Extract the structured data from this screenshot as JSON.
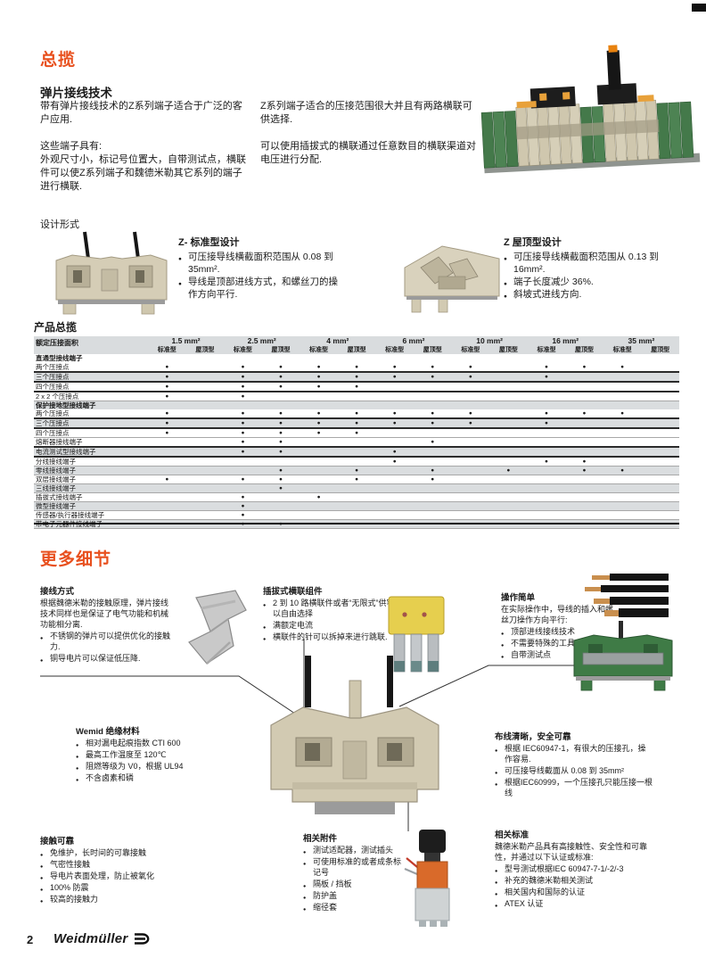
{
  "colors": {
    "accent": "#e8501e",
    "table_stripe": "#dadddf"
  },
  "overview": {
    "title": "总揽",
    "section_heading": "弹片接线技术",
    "col1": [
      "带有弹片接线技术的Z系列端子适合于广泛的客户应用.",
      "这些端子具有:\n外观尺寸小，标记号位置大，自带测试点，横联件可以使Z系列端子和魏德米勒其它系列的端子进行横联."
    ],
    "col2": [
      "Z系列端子适合的压接范围很大并且有两路横联可供选择.",
      "可以使用插拔式的横联通过任意数目的横联渠道对电压进行分配."
    ]
  },
  "design": {
    "label": "设计形式",
    "standard": {
      "title": "Z- 标准型设计",
      "bullets": [
        "可压接导线横截面积范围从 0.08 到 35mm².",
        "导线是顶部进线方式，和螺丝刀的操作方向平行."
      ]
    },
    "roof": {
      "title": "Z 屋顶型设计",
      "bullets": [
        "可压接导线横截面积范围从 0.13 到 16mm².",
        "端子长度减少 36%.",
        "斜坡式进线方向."
      ]
    }
  },
  "product_table": {
    "title": "产品总揽",
    "row_header": "额定压接面积",
    "groups": [
      "1.5 mm²",
      "2.5 mm²",
      "4 mm²",
      "6 mm²",
      "10 mm²",
      "16 mm²",
      "35 mm²"
    ],
    "subcols": [
      "标准型",
      "屋顶型"
    ],
    "rows": [
      {
        "label": "直通型接线端子",
        "category": true,
        "shade": false,
        "dots": []
      },
      {
        "label": "两个压接点",
        "shade": false,
        "heavy": true,
        "dots": [
          1,
          0,
          1,
          1,
          1,
          1,
          1,
          1,
          1,
          0,
          1,
          1,
          1,
          0
        ]
      },
      {
        "label": "三个压接点",
        "shade": true,
        "heavy": true,
        "dots": [
          1,
          0,
          1,
          1,
          1,
          1,
          1,
          1,
          1,
          0,
          1,
          0,
          0,
          0
        ]
      },
      {
        "label": "四个压接点",
        "shade": false,
        "heavy": true,
        "dots": [
          1,
          0,
          1,
          1,
          1,
          1,
          0,
          0,
          0,
          0,
          0,
          0,
          0,
          0
        ]
      },
      {
        "label": "2 x 2 个压接点",
        "shade": false,
        "dots": [
          1,
          0,
          1,
          0,
          0,
          0,
          0,
          0,
          0,
          0,
          0,
          0,
          0,
          0
        ]
      },
      {
        "label": "保护接地型接线端子",
        "category": true,
        "shade": true,
        "dots": []
      },
      {
        "label": "两个压接点",
        "shade": false,
        "heavy": true,
        "dots": [
          1,
          0,
          1,
          1,
          1,
          1,
          1,
          1,
          1,
          0,
          1,
          1,
          1,
          0
        ]
      },
      {
        "label": "三个压接点",
        "shade": true,
        "heavy": true,
        "dots": [
          1,
          0,
          1,
          1,
          1,
          1,
          1,
          1,
          1,
          0,
          1,
          0,
          0,
          0
        ]
      },
      {
        "label": "四个压接点",
        "shade": false,
        "dots": [
          1,
          0,
          1,
          1,
          1,
          1,
          0,
          0,
          0,
          0,
          0,
          0,
          0,
          0
        ]
      },
      {
        "label": "熔断器接线端子",
        "shade": false,
        "heavy": true,
        "dots": [
          0,
          0,
          1,
          1,
          0,
          0,
          0,
          1,
          0,
          0,
          0,
          0,
          0,
          0
        ]
      },
      {
        "label": "电流测试型接线端子",
        "shade": true,
        "heavy": true,
        "dots": [
          0,
          0,
          1,
          1,
          0,
          0,
          1,
          0,
          0,
          0,
          0,
          0,
          0,
          0
        ]
      },
      {
        "label": "分线接线端子",
        "shade": false,
        "dots": [
          0,
          0,
          0,
          0,
          0,
          0,
          1,
          0,
          0,
          0,
          1,
          1,
          0,
          0
        ]
      },
      {
        "label": "零线接线端子",
        "shade": true,
        "dots": [
          0,
          0,
          0,
          1,
          0,
          1,
          0,
          1,
          0,
          1,
          0,
          1,
          1,
          0
        ]
      },
      {
        "label": "双层接线端子",
        "shade": false,
        "dots": [
          1,
          0,
          1,
          1,
          0,
          1,
          0,
          1,
          0,
          0,
          0,
          0,
          0,
          0
        ]
      },
      {
        "label": "三线接线端子",
        "shade": true,
        "dots": [
          0,
          0,
          0,
          1,
          0,
          0,
          0,
          0,
          0,
          0,
          0,
          0,
          0,
          0
        ]
      },
      {
        "label": "插拔式接线端子",
        "shade": false,
        "dots": [
          0,
          0,
          1,
          0,
          1,
          0,
          0,
          0,
          0,
          0,
          0,
          0,
          0,
          0
        ]
      },
      {
        "label": "微型接线端子",
        "shade": true,
        "dots": [
          0,
          0,
          1,
          0,
          0,
          0,
          0,
          0,
          0,
          0,
          0,
          0,
          0,
          0
        ]
      },
      {
        "label": "传感器/执行器接线端子",
        "shade": false,
        "dots": [
          0,
          0,
          1,
          0,
          0,
          0,
          0,
          0,
          0,
          0,
          0,
          0,
          0,
          0
        ]
      },
      {
        "label": "带电子元器件接线端子",
        "shade": true,
        "dots": [
          0,
          0,
          1,
          1,
          0,
          0,
          0,
          0,
          0,
          0,
          0,
          0,
          0,
          0
        ]
      }
    ]
  },
  "details": {
    "title": "更多细节",
    "blocks": [
      {
        "heading": "接线方式",
        "lead": "根据魏德米勒的接触原理，弹片接线技术同样也是保证了电气功能和机械功能相分离.",
        "bullets": [
          "不锈钢的弹片可以提供优化的接触力.",
          "铜导电片可以保证低压降."
        ]
      },
      {
        "heading": "插拔式横联组件",
        "bullets": [
          "2 到 10 路横联件或者“无限式”供客户可以自由选择",
          "满额定电流",
          "横联件的针可以拆掉来进行跳联."
        ]
      },
      {
        "heading": "操作简单",
        "lead": "在实际操作中，导线的插入和螺丝刀操作方向平行:",
        "bullets": [
          "顶部进线接线技术",
          "不需要特殊的工具",
          "自带测试点"
        ]
      },
      {
        "heading": "Wemid 绝缘材料",
        "bullets": [
          "相对漏电起痕指数 CTI 600",
          "最高工作温度至 120℃",
          "阻燃等级为 V0，根据 UL94",
          "不含卤素和磷"
        ]
      },
      {
        "heading": "布线清晰，安全可靠",
        "bullets": [
          "根据 IEC60947-1，有很大的压接孔，操作容易.",
          "可压接导线截面从 0.08 到 35mm²",
          "根据IEC60999，一个压接孔只能压接一根线"
        ]
      },
      {
        "heading": "接触可靠",
        "bullets": [
          "免维护，长时间的可靠接触",
          "气密性接触",
          "导电片表面处理，防止被氧化",
          "100% 防震",
          "较高的接触力"
        ]
      },
      {
        "heading": "相关附件",
        "bullets": [
          "测试适配器，测试插头",
          "可使用标准的或者成条标记号",
          "隔板 / 挡板",
          "防护盖",
          "缩径套"
        ]
      },
      {
        "heading": "相关标准",
        "lead": "魏德米勒产品具有高接触性、安全性和可靠性，并通过以下认证或标准:",
        "bullets": [
          "型号测试根据IEC 60947-7-1/-2/-3",
          "补充的魏德米勒相关测试",
          "相关国内和国际的认证",
          "ATEX 认证"
        ]
      }
    ]
  },
  "footer": {
    "page_number": "2",
    "brand": "Weidmüller"
  }
}
